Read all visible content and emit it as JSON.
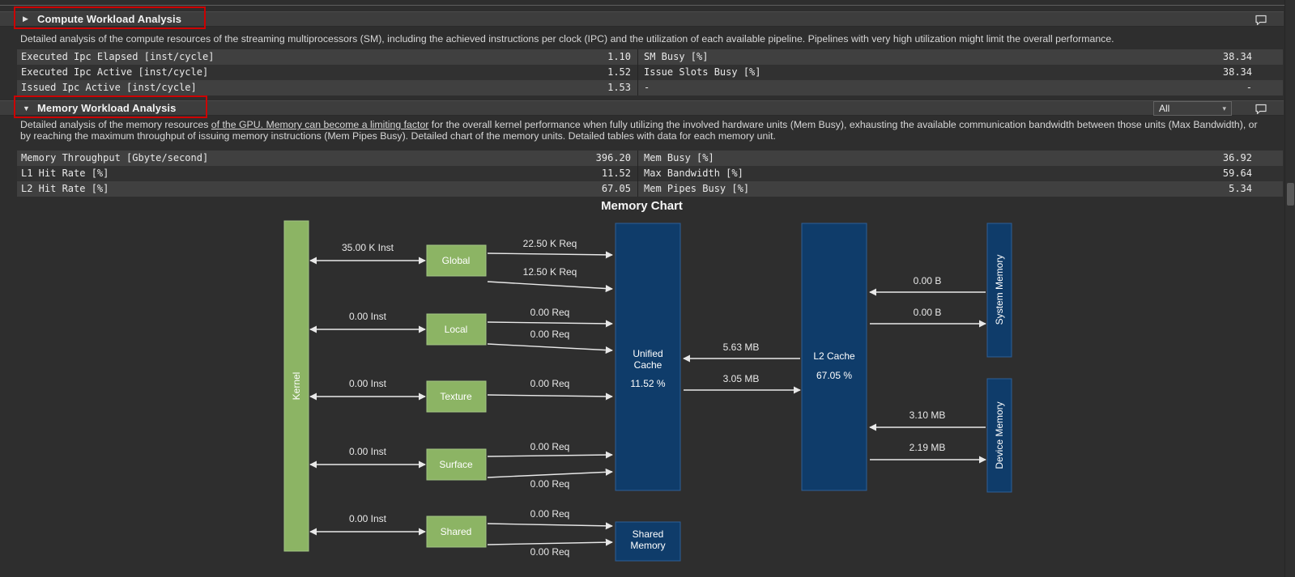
{
  "icons": {
    "chevron_down": "▾"
  },
  "colors": {
    "highlight_red": "#cc0000",
    "node_green": "#8cb464",
    "node_blue": "#0f3c6a",
    "arrow": "#e8e8e8"
  },
  "compute": {
    "collapse_icon": "▶",
    "title": "Compute Workload Analysis",
    "description": "Detailed analysis of the compute resources of the streaming multiprocessors (SM), including the achieved instructions per clock (IPC) and the utilization of each available pipeline. Pipelines with very high utilization might limit the overall performance.",
    "metrics": [
      {
        "l1": "Executed Ipc Elapsed [inst/cycle]",
        "v1": "1.10",
        "l2": "SM Busy [%]",
        "v2": "38.34"
      },
      {
        "l1": "Executed Ipc Active [inst/cycle]",
        "v1": "1.52",
        "l2": "Issue Slots Busy [%]",
        "v2": "38.34"
      },
      {
        "l1": "Issued Ipc Active [inst/cycle]",
        "v1": "1.53",
        "l2": "-",
        "v2": "-"
      }
    ]
  },
  "memory": {
    "collapse_icon": "▼",
    "title": "Memory Workload Analysis",
    "dropdown_value": "All",
    "description_pre": "Detailed analysis of the memory resources ",
    "description_link": "of the GPU. Memory can become a limiting factor",
    "description_post": " for the overall kernel performance when fully utilizing the involved hardware units (Mem Busy), exhausting the available communication bandwidth between those units (Max Bandwidth), or by reaching the maximum throughput of issuing memory instructions (Mem Pipes Busy). Detailed chart of the memory units. Detailed tables with data for each memory unit.",
    "metrics": [
      {
        "l1": "Memory Throughput [Gbyte/second]",
        "v1": "396.20",
        "l2": "Mem Busy [%]",
        "v2": "36.92"
      },
      {
        "l1": "L1 Hit Rate [%]",
        "v1": "11.52",
        "l2": "Max Bandwidth [%]",
        "v2": "59.64"
      },
      {
        "l1": "L2 Hit Rate [%]",
        "v1": "67.05",
        "l2": "Mem Pipes Busy [%]",
        "v2": "5.34"
      }
    ]
  },
  "memory_chart": {
    "title": "Memory Chart",
    "nodes": {
      "kernel": "Kernel",
      "global": "Global",
      "local": "Local",
      "texture": "Texture",
      "surface": "Surface",
      "shared": "Shared",
      "unified_cache_line1": "Unified",
      "unified_cache_line2": "Cache",
      "unified_cache_hit_rate": "11.52 %",
      "l2_cache": "L2 Cache",
      "l2_cache_hit_rate": "67.05 %",
      "shared_memory_line1": "Shared",
      "shared_memory_line2": "Memory",
      "system_memory": "System Memory",
      "device_memory": "Device Memory"
    },
    "links": {
      "kernel_global": "35.00 K Inst",
      "kernel_local": "0.00 Inst",
      "kernel_texture": "0.00 Inst",
      "kernel_surface": "0.00 Inst",
      "kernel_shared": "0.00 Inst",
      "global_unified_1": "22.50 K Req",
      "global_unified_2": "12.50 K Req",
      "local_unified_1": "0.00 Req",
      "local_unified_2": "0.00 Req",
      "texture_unified": "0.00 Req",
      "surface_unified_1": "0.00 Req",
      "surface_unified_2": "0.00 Req",
      "shared_sharedmem_1": "0.00 Req",
      "shared_sharedmem_2": "0.00 Req",
      "unified_l2_read": "5.63 MB",
      "unified_l2_write": "3.05 MB",
      "l2_system_read": "0.00 B",
      "l2_system_write": "0.00 B",
      "l2_device_read": "3.10 MB",
      "l2_device_write": "2.19 MB"
    }
  }
}
